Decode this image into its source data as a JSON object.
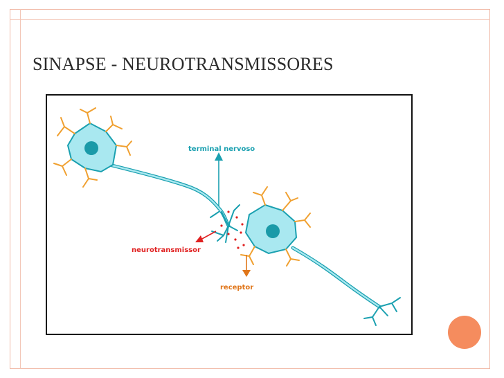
{
  "slide": {
    "title": "SINAPSE - NEUROTRANSMISSORES"
  },
  "figure": {
    "labels": {
      "terminal": "terminal nervoso",
      "neurotransmitter": "neurotransmissor",
      "receptor": "receptor"
    },
    "colors": {
      "cell_fill": "#a9e8f0",
      "cell_stroke": "#1aa0b0",
      "nucleus": "#1a9aa8",
      "dendrite": "#f0a030",
      "vesicle": "#e02020",
      "label_teal": "#1aa0b0",
      "label_red": "#e02020",
      "label_orange": "#e0761a"
    }
  },
  "decor": {
    "accent_circle": "#f58c5e",
    "frame_color": "#f0b7a4"
  }
}
